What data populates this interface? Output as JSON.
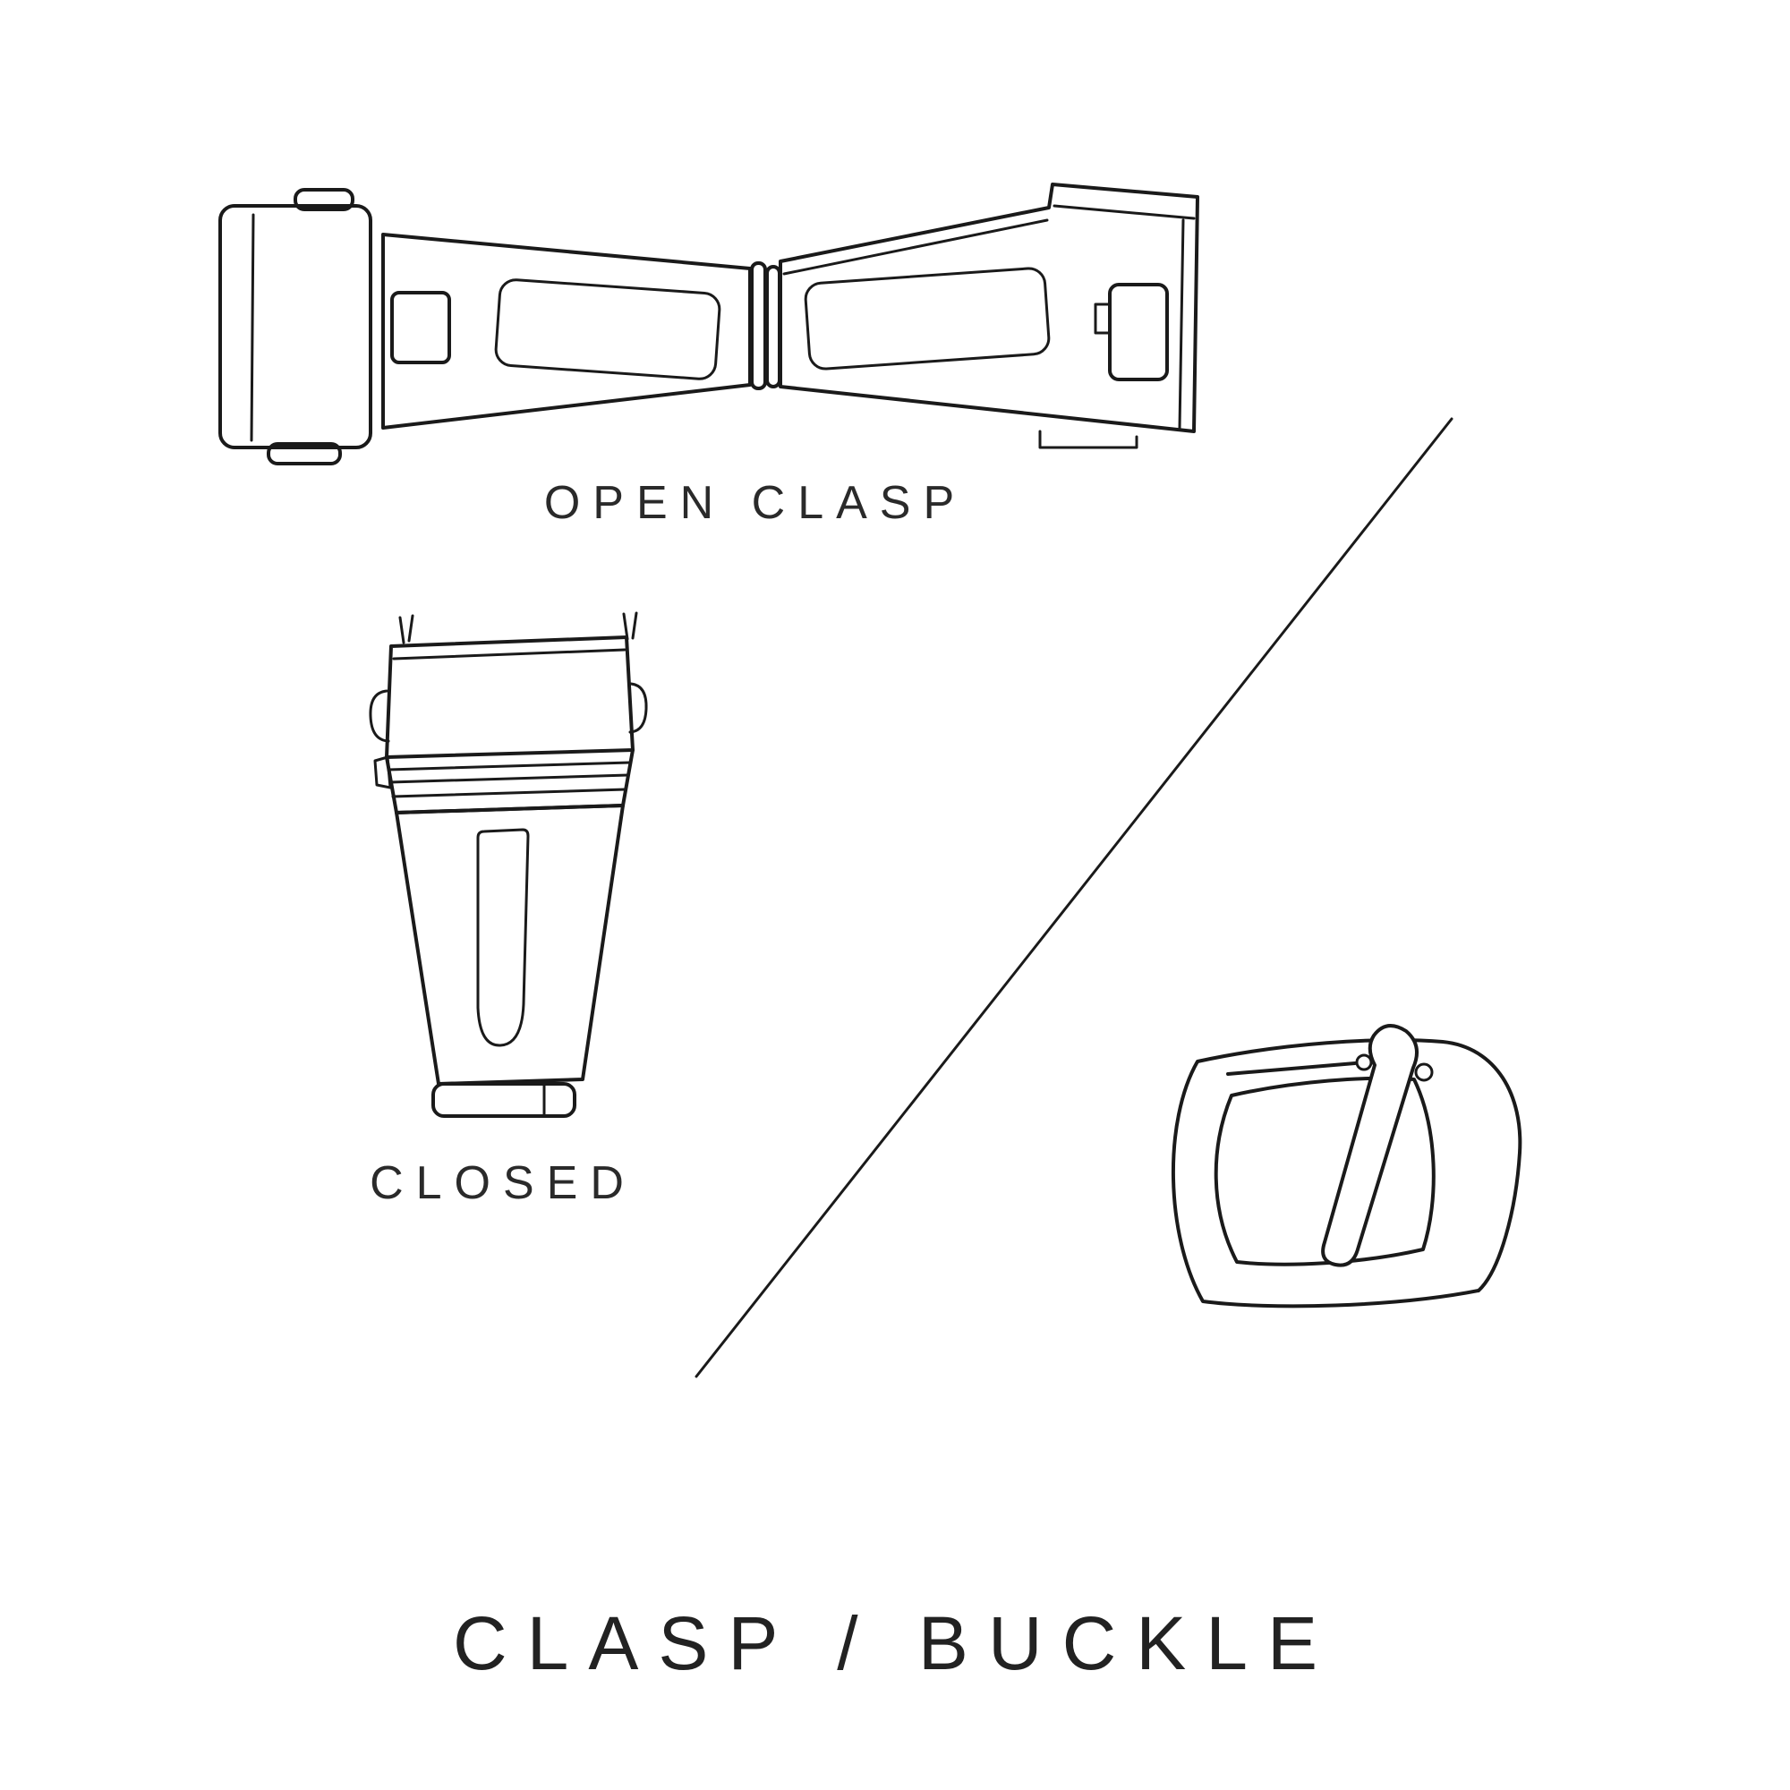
{
  "colors": {
    "background": "#ffffff",
    "ink": "#1a1a1a"
  },
  "figures": {
    "open_clasp": {
      "label": "OPEN CLASP"
    },
    "closed_clasp": {
      "label": "CLOSED"
    },
    "buckle": {
      "label": ""
    }
  },
  "title": "CLASP / BUCKLE"
}
